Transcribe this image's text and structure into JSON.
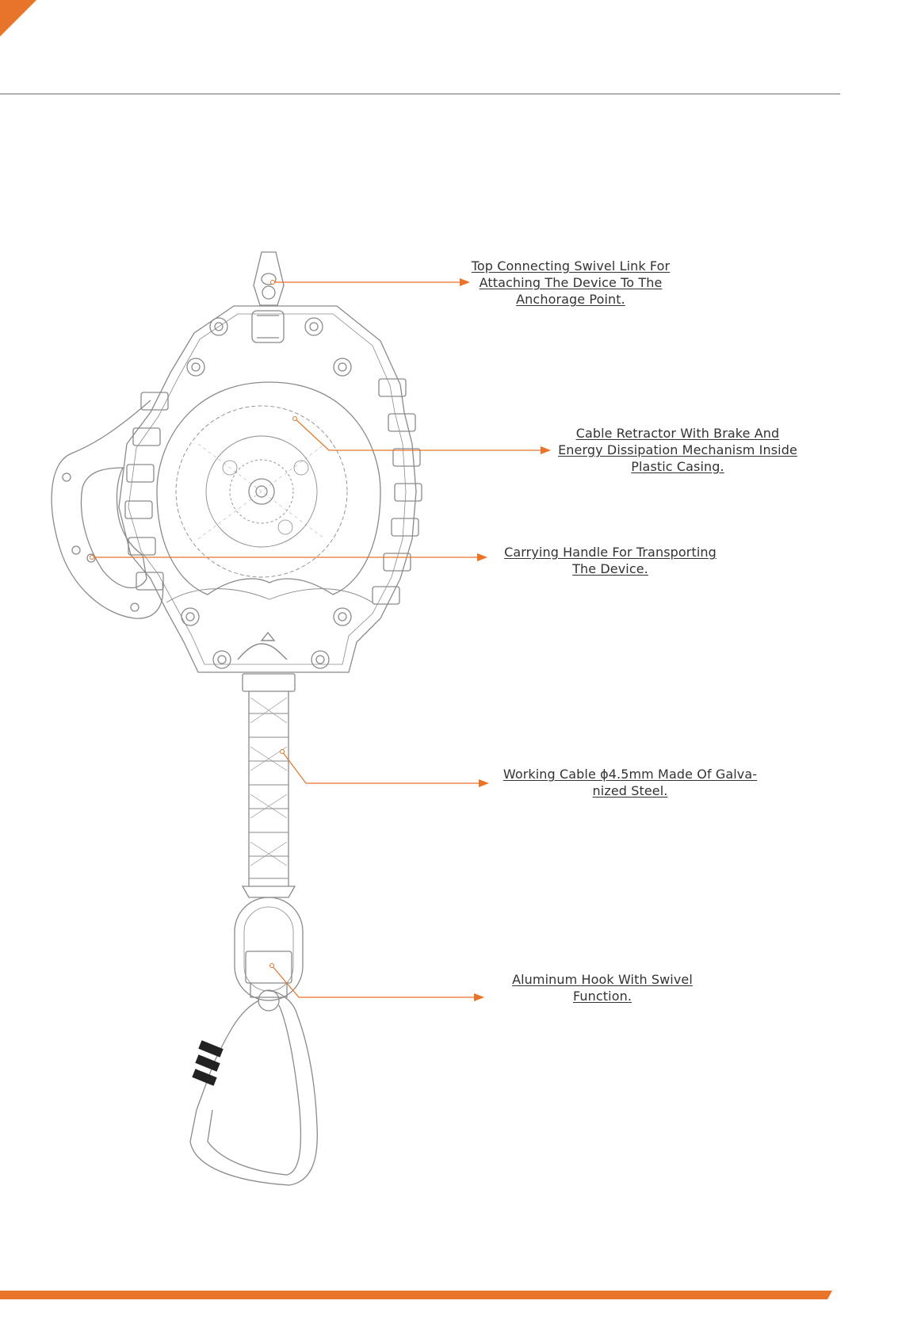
{
  "colors": {
    "accent": "#e8732a",
    "line": "#6b6b6b",
    "text": "#333333",
    "drawing": "#8a8a8a"
  },
  "callouts": [
    {
      "lines": [
        "Top Connecting Swivel Link For",
        "Attaching The Device To The",
        "Anchorage Point."
      ]
    },
    {
      "lines": [
        "Cable Retractor With Brake And",
        "Energy Dissipation Mechanism Inside",
        "Plastic Casing."
      ]
    },
    {
      "lines": [
        "Carrying Handle For Transporting",
        "The Device."
      ]
    },
    {
      "lines": [
        "Working Cable ϕ4.5mm Made Of Galva-",
        "nized Steel."
      ]
    },
    {
      "lines": [
        "Aluminum Hook With Swivel",
        "Function."
      ]
    }
  ],
  "icons": {
    "device": "self-retracting-lifeline-drawing"
  }
}
